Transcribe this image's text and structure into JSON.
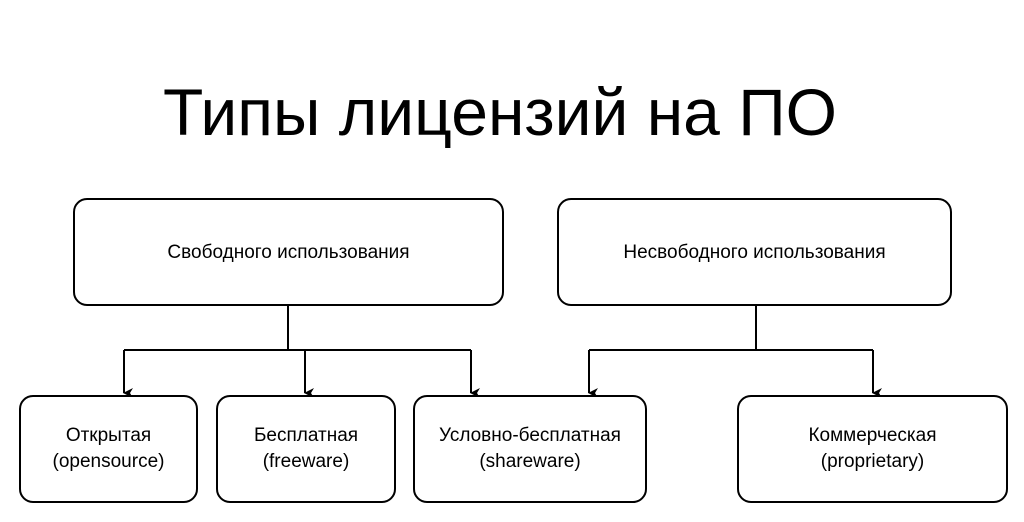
{
  "title": "Типы лицензий на ПО",
  "categories": [
    {
      "label": "Свободного использования"
    },
    {
      "label": "Несвободного использования"
    }
  ],
  "licenses": [
    {
      "name": "Открытая",
      "english": "(opensource)"
    },
    {
      "name": "Бесплатная",
      "english": "(freeware)"
    },
    {
      "name": "Условно-бесплатная",
      "english": "(shareware)"
    },
    {
      "name": "Коммерческая",
      "english": "(proprietary)"
    }
  ]
}
